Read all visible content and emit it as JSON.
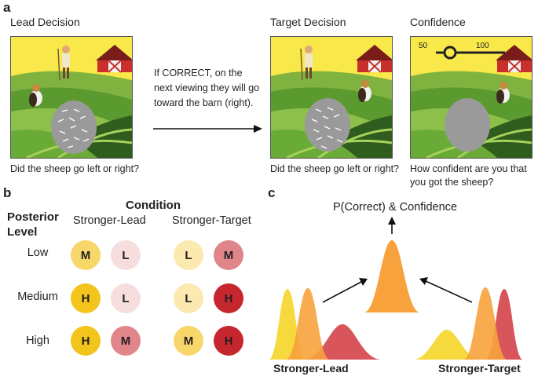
{
  "panel_a": {
    "letter": "a",
    "lead": {
      "title": "Lead Decision",
      "caption": "Did the sheep go left or right?"
    },
    "instruction": "If CORRECT, on the next viewing they will go toward the barn (right).",
    "target": {
      "title": "Target Decision",
      "caption": "Did the sheep go left or right?"
    },
    "confidence": {
      "title": "Confidence",
      "caption": "How confident are you that you got the sheep?",
      "scale_min": "50",
      "scale_max": "100"
    }
  },
  "panel_b": {
    "letter": "b",
    "condition_heading": "Condition",
    "row_heading": "Posterior Level",
    "columns": [
      "Stronger-Lead",
      "Stronger-Target"
    ],
    "rows": [
      {
        "label": "Low",
        "lead": [
          "M",
          "L"
        ],
        "target": [
          "L",
          "M"
        ]
      },
      {
        "label": "Medium",
        "lead": [
          "H",
          "L"
        ],
        "target": [
          "L",
          "H"
        ]
      },
      {
        "label": "High",
        "lead": [
          "H",
          "M"
        ],
        "target": [
          "M",
          "H"
        ]
      }
    ],
    "colors": {
      "lead_H": "#f2c41c",
      "lead_M": "#f7d76a",
      "lead_L": "#fbe9b0",
      "target_H": "#c6272e",
      "target_M": "#e0858a",
      "target_L": "#f6dede"
    }
  },
  "panel_c": {
    "letter": "c",
    "top_label": "P(Correct) & Confidence",
    "left_label": "Stronger-Lead",
    "right_label": "Stronger-Target",
    "colors": {
      "yellow": "#f6d733",
      "orange": "#f7a23c",
      "red": "#d5474d"
    }
  }
}
